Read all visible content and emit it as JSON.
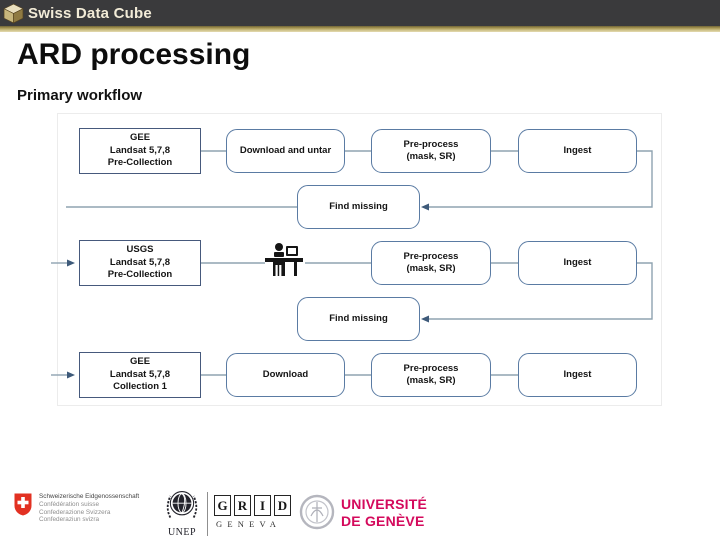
{
  "header": {
    "brand": "Swiss Data Cube"
  },
  "title": "ARD processing",
  "subtitle": "Primary workflow",
  "diagram": {
    "rows": [
      {
        "source": [
          "GEE",
          "Landsat 5,7,8",
          "Pre-Collection"
        ],
        "step1": "Download and untar",
        "preprocess": [
          "Pre-process",
          "(mask, SR)"
        ],
        "ingest": "Ingest",
        "find_missing": "Find missing"
      },
      {
        "source": [
          "USGS",
          "Landsat 5,7,8",
          "Pre-Collection"
        ],
        "manual_step_icon": "person-at-desk-icon",
        "preprocess": [
          "Pre-process",
          "(mask, SR)"
        ],
        "ingest": "Ingest",
        "find_missing": "Find missing"
      },
      {
        "source": [
          "GEE",
          "Landsat 5,7,8",
          "Collection 1"
        ],
        "step1": "Download",
        "preprocess": [
          "Pre-process",
          "(mask, SR)"
        ],
        "ingest": "Ingest"
      }
    ]
  },
  "footer": {
    "swiss": {
      "lines": [
        "Schweizerische Eidgenossenschaft",
        "Confédération suisse",
        "Confederazione Svizzera",
        "Confederaziun svizra"
      ]
    },
    "unep": {
      "label": "UNEP"
    },
    "grid": {
      "letters": [
        "G",
        "R",
        "I",
        "D"
      ],
      "city": "GENEVA"
    },
    "unige": {
      "line1": "UNIVERSITÉ",
      "line2": "DE GENÈVE"
    }
  },
  "icons": {
    "header": "cube-icon",
    "manual_step": "person-at-desk-icon",
    "swiss": "swiss-shield-icon",
    "unep": "unep-globe-icon",
    "unige": "unige-seal-icon"
  },
  "colors": {
    "header_bg": "#3a3a3c",
    "accent_gold": "#cfc289",
    "box_border": "#5a7ba3",
    "source_box_border": "#46597c",
    "connector": "#8fa3b0",
    "swiss_red": "#e23122",
    "unige_red": "#d40a5c"
  }
}
